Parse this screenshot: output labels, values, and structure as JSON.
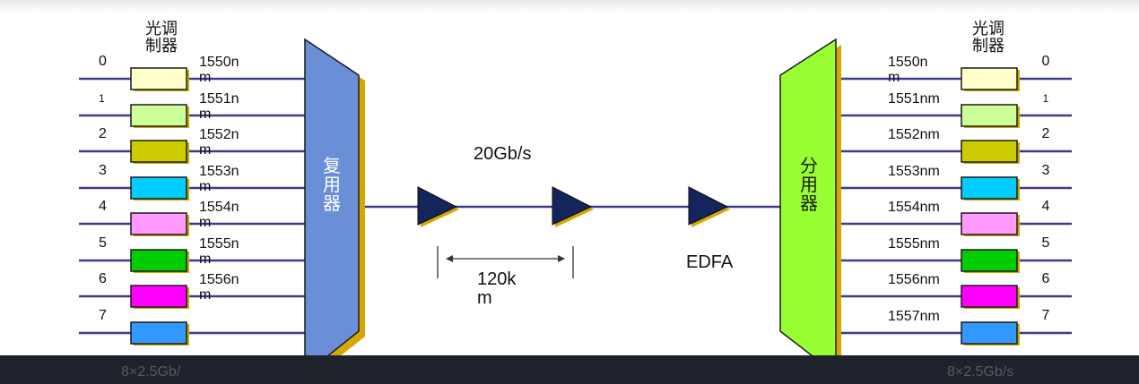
{
  "header": {
    "modulator_title": "光调\n制器"
  },
  "left": {
    "channels": [
      "0",
      "1",
      "2",
      "3",
      "4",
      "5",
      "6",
      "7"
    ],
    "wavelengths": [
      "1550nm",
      "1551nm",
      "1552nm",
      "1553nm",
      "1554nm",
      "1555nm",
      "1556nm"
    ],
    "bitrate": "8×2.5Gb/"
  },
  "right": {
    "channels": [
      "0",
      "1",
      "2",
      "3",
      "4",
      "5",
      "6",
      "7"
    ],
    "wavelengths": [
      "1550nm",
      "1551nm",
      "1552nm",
      "1553nm",
      "1554nm",
      "1555nm",
      "1556nm",
      "1557nm"
    ],
    "bitrate": "8×2.5Gb/s"
  },
  "multiplexer": {
    "label": "复\n用\n器",
    "color": "#6b8fd6"
  },
  "demultiplexer": {
    "label": "分\n用\n器",
    "color": "#99ff33"
  },
  "link": {
    "rate": "20Gb/s",
    "span": "120k\nm",
    "amplifier_label": "EDFA"
  },
  "modulator_colors": [
    "#ffffcc",
    "#ccff99",
    "#cccc00",
    "#00ccff",
    "#ff99ff",
    "#00cc00",
    "#ff00ff",
    "#3399ff"
  ]
}
